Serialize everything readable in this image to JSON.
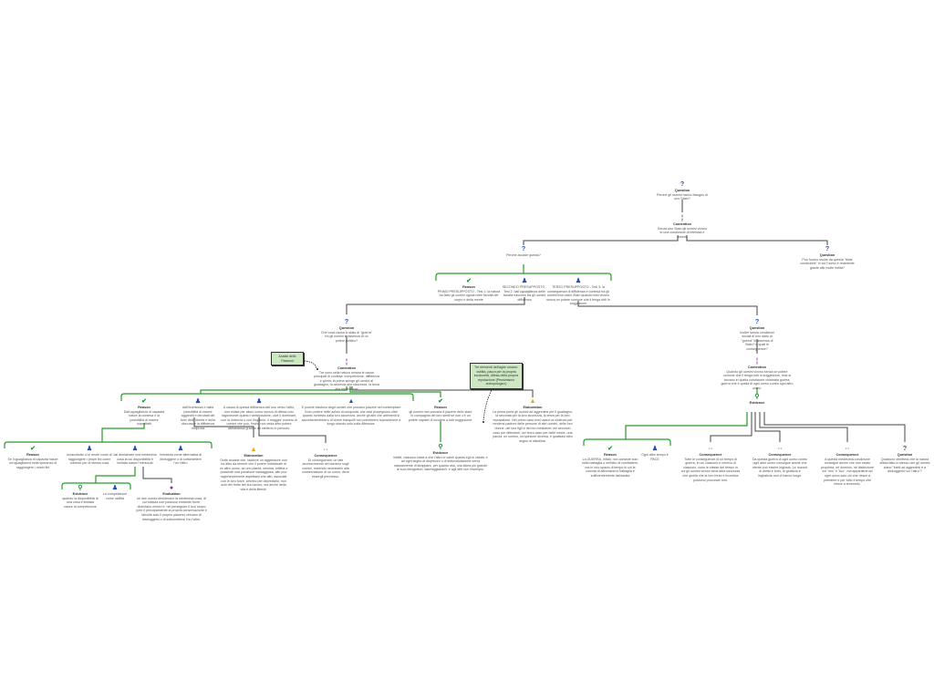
{
  "colors": {
    "tree_line": "#444444",
    "bracket": "#33aa33",
    "note_bg": "#cfe8c4"
  },
  "nodes": [
    {
      "type": "question",
      "icon": "question-icon",
      "label": "Question",
      "text": "Perché gli uomini hanno bisogno di uno Stato?"
    },
    {
      "type": "contention",
      "icon": "contention-icon",
      "label": "Contention",
      "text": "Senza uno Stato gli uomini vivono in una condizione di infelicità e miseria"
    },
    {
      "type": "question",
      "icon": "question-icon",
      "label": "",
      "text": "Perché accade questo?"
    },
    {
      "type": "question",
      "icon": "question-icon",
      "label": "Question",
      "text": "Può l'uomo uscire da questa \"triste condizione\" in cui l'uomo è realmente grazie alle molte entità?"
    },
    {
      "type": "reason",
      "icon": "check-icon",
      "label": "Reason",
      "text": "PRIMO PRESUPPOSTO - Tesi 1: la natura ha fatto gli uomini uguali nelle facoltà del corpo e della mente"
    },
    {
      "type": "bullet",
      "icon": "person-icon",
      "label": "",
      "text": "SECONDO PRESUPPOSTO - Tesi 2: dall'uguaglianza delle facoltà nascono tra gli uomini diffidenza"
    },
    {
      "type": "bullet",
      "icon": "person-icon",
      "label": "",
      "text": "TERZO PRESUPPOSTO - Tesi 3: la conseguenza di diffidenza e contesa tra gli uomini fuori dallo Stato quando essi vivono senza un potere comune che li tenga tutti in soggezione"
    },
    {
      "type": "question",
      "icon": "question-icon",
      "label": "Question",
      "text": "Che cosa causa lo stato di \"guerra\" fra gli uomini in assenza di un potere politico?"
    },
    {
      "type": "contention",
      "icon": "contention-icon",
      "label": "Contention",
      "text": "Tre sono nella natura umana le cause principali di contesa: competizione, diffidenza e gloria; la prima spinge gli uomini al guadagno, la seconda alla sicurezza, la terza alla reputazione"
    },
    {
      "type": "reason",
      "icon": "check-icon",
      "label": "Reason",
      "text": "Dall'uguaglianza di capacità nasce la contesa e la possibilità di essere sopraffatti"
    },
    {
      "type": "bullet",
      "icon": "person-icon",
      "label": "",
      "text": "dall'incertezza e dalla possibilità di essere aggrediti e derubati dei beni della libertà e della vita nasce la diffidenza reciproca"
    },
    {
      "type": "bullet",
      "icon": "person-icon",
      "label": "",
      "text": "A causa di questa diffidenza dell'uno verso l'altro, non esiste per alcun uomo mezzo di difesa così ragionevole quanto l'anticipazione, cioè il dominare, con la violenza o con l'inganno, il maggior numero di uomini che può, finché non veda altro potere abbastanza grande da metterlo in pericolo."
    },
    {
      "type": "drop",
      "icon": "drop-icon",
      "label": "",
      "text": "E poiché esistono degli uomini che provano piacere nel contemplare il loro potere nelle azioni di conquista, che essi proseguono oltre quanto richiesto dalla loro sicurezza, anche gli altri che altrimenti si accontenterebbero di vivere tranquilli non potrebbero sopravvivere a lungo stando solo sulla difensiva."
    },
    {
      "type": "reason",
      "icon": "check-icon",
      "label": "Reason",
      "text": "gli uomini non provano il piacere dello stare in compagnia dei loro simili se non c'è un potere capace di incutere a tutti soggezione."
    },
    {
      "type": "elaboration",
      "icon": "elaboration-icon",
      "label": "Elaboration",
      "text": "La prima porta gli uomini ad aggredirsi per il guadagno, la seconda per la loro sicurezza, la terza per la loro reputazione. Nel primo caso essi usano la violenza per rendersi padroni delle persone di altri uomini, delle loro donne, dei loro figli e del loro bestiame; nel secondo caso per difenderli; nel terzo caso per delle inezie, una parola, un sorriso, un'opinione diversa, e qualsiasi altro segno di disistima."
    },
    {
      "type": "reason",
      "icon": "check-icon",
      "label": "Reason",
      "text": "Se l'uguaglianza di capacità nasce un'uguaglianza nella speranza di raggiungere i nostri fini"
    },
    {
      "type": "bullet",
      "icon": "person-icon",
      "label": "",
      "text": "Innanzitutto ci si rende conto di raggiungere i propri fini come volendo per la stessa cosa"
    },
    {
      "type": "bullet",
      "icon": "person-icon",
      "label": "",
      "text": "dal desiderare una medesima cosa la cui disponibilità è limitata nasce l'inimicizia"
    },
    {
      "type": "bullet",
      "icon": "person-icon",
      "label": "",
      "text": "Inimicizia come alternativa di distruggere o di sottomettere l'un l'altro"
    },
    {
      "type": "elaboration",
      "icon": "elaboration-icon",
      "label": "Elaboration",
      "text": "Onde accade che, laddove un aggressore non ha altro da temere che il potere individuale di un altro uomo, se uno pianta, semina, edifica o possiede una posizione vantaggiosa, altri può ragionevolmente aspettarsi che altri, associati con le loro forze, arrivino per depredarlo, non solo del frutto del suo lavoro, ma anche della vita e della libertà."
    },
    {
      "type": "consequence",
      "icon": "consequence-icon",
      "label": "Consequence",
      "text": "Di conseguenza: un tale accrescimento del dominio sugli uomini, essendo necessario alla conservazione di un uomo, deve essergli permesso."
    },
    {
      "type": "evidence",
      "icon": "magnifier-icon",
      "label": "Evidence",
      "text": "Infatti, ciascuno bada a che l'altro lo valuti quanto egli si valuta, e ad ogni segno di disprezzo o di sottovalutazione cerca naturalmente di strappare, per quanto osa, una stima più grande ai suoi denigratori, danneggiandoli, e agli altri con l'esempio."
    },
    {
      "type": "evidence",
      "icon": "magnifier-icon",
      "label": "Evidence",
      "text": "quando la disponibilità di una cosa è limitata nasce la competizione"
    },
    {
      "type": "bullet",
      "icon": "person-icon",
      "label": "",
      "text": "La competizione come ostilità"
    },
    {
      "type": "evaluation",
      "icon": "evaluation-icon",
      "label": "Evaluation",
      "text": "se due uomini desiderano la medesima cosa, di cui tuttavia non possono entrambi fruire, diventano nemici e, nel perseguire il loro scopo (che è principalmente la propria conservazione e talvolta solo il proprio piacere) cercano di distruggersi o di sottomettersi l'un l'altro."
    },
    {
      "type": "question",
      "icon": "question-icon",
      "label": "Question",
      "text": "Inoltre senza condizioni sociali di uno stato di \"guerra\" in assenza di Stato? e quali le conseguenze?"
    },
    {
      "type": "contention",
      "icon": "contention-icon",
      "label": "Contention",
      "text": "Quando gli uomini vivono senza un potere comune che li tenga tutti in soggezione, essi si trovano in quella condizione chiamata guerra; guerra che è quella di ogni uomo contro ogni altro uomo."
    },
    {
      "type": "evidence",
      "icon": "magnifier-icon",
      "label": "Evidence",
      "text": ""
    },
    {
      "type": "reason",
      "icon": "check-icon",
      "label": "Reason",
      "text": "La GUERRA, infatti, non consiste solo nella battaglia o nell'atto di combattere, ma in uno spazio di tempo in cui la volontà di affrontarsi in battaglia è sufficientemente dichiarata"
    },
    {
      "type": "bullet",
      "icon": "person-icon",
      "label": "",
      "text": "Ogni altro tempo è PACE"
    },
    {
      "type": "consequence",
      "icon": "consequence-icon",
      "label": "Consequence",
      "text": "Tutte le conseguenze di un tempo di guerra, in cui ciascuno è nemico di ciascuno, sono le stesse del tempo in cui gli uomini vivono senz'altra sicurezza che quella che la loro forza e inventiva possono procurare loro."
    },
    {
      "type": "consequence",
      "icon": "consequence-icon",
      "label": "Consequence",
      "text": "Da questa guerra di ogni uomo contro ogni altro uomo consegue anche che niente può essere ingiusto. Le nozioni di diritto e torto, di giustizia e ingiustizia non vi hanno luogo."
    },
    {
      "type": "consequence",
      "icon": "consequence-icon",
      "label": "Consequence",
      "text": "A questa medesima condizione consegue anche che non esiste proprietà, né dominio, né distinzione tra \"mio\" e \"tuo\", ma appartiene ad ogni uomo solo ciò che riesce a prendere e per tutto il tempo che riesce a tenerselo."
    },
    {
      "type": "question",
      "icon": "question-icon",
      "label": "Question",
      "text": "Qualcuno obietterà che la natura abbia fatto lo stesso che gli uomini siano \"inetti ad aggredirsi e a distruggersi l'un l'altro\"?"
    }
  ],
  "notes": [
    {
      "text": "Analisi delle Passioni"
    },
    {
      "text": "Tre elementi dell'agire umano: ostilità, paura per la propria incolumità, difesa della propria reputazione (Pessimismo antropologico)"
    }
  ]
}
